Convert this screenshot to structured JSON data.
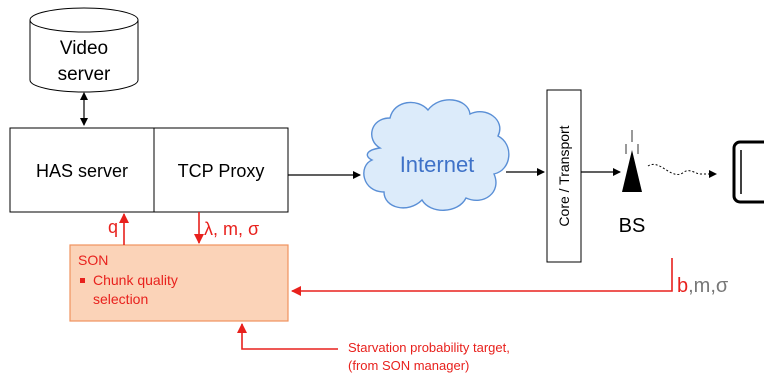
{
  "video_server": {
    "line1": "Video",
    "line2": "server"
  },
  "has_server": {
    "label": "HAS server"
  },
  "tcp_proxy": {
    "label": "TCP Proxy"
  },
  "internet": {
    "label": "Internet"
  },
  "core_transport": {
    "label": "Core / Transport"
  },
  "bs": {
    "label": "BS"
  },
  "son": {
    "title": "SON",
    "bullet_line1": "Chunk quality",
    "bullet_line2": "selection"
  },
  "signals": {
    "q": "q",
    "lambda_m_sigma": "λ, m, σ",
    "b_m_sigma_b": "b",
    "b_m_sigma_rest": ",m,σ"
  },
  "target": {
    "line1": "Starvation probability target,",
    "line2": "(from SON manager)"
  },
  "colors": {
    "red": "#e8211d",
    "son_fill": "#fbd3b8",
    "son_border": "#f0935f",
    "internet_fill": "#dcebfa",
    "internet_border": "#5a8fd6",
    "internet_text": "#3f72c8"
  }
}
